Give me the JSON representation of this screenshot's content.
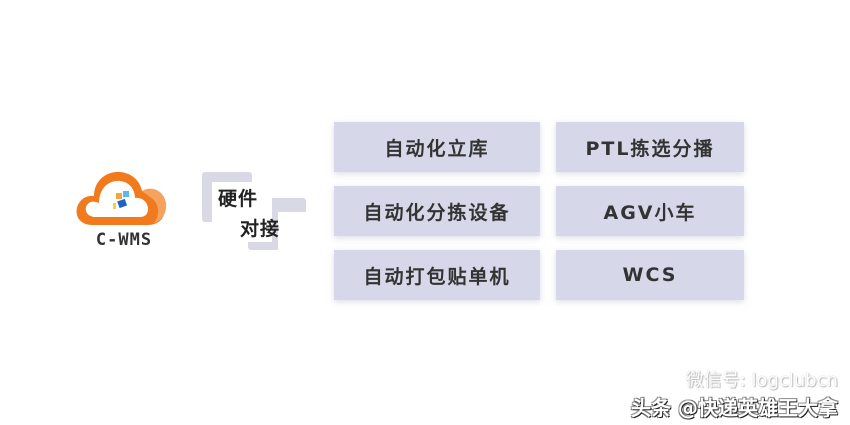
{
  "logo": {
    "text": "C-WMS",
    "colors": {
      "cloud_orange": "#f07a1c",
      "cloud_inner": "#ffffff"
    }
  },
  "connector": {
    "line1": "硬件",
    "line2": "对接",
    "color": "#d9d9e6"
  },
  "modules": {
    "box_color": "#d6d7e9",
    "items": [
      {
        "label": "自动化立库"
      },
      {
        "label": "PTL拣选分播"
      },
      {
        "label": "自动化分拣设备"
      },
      {
        "label": "AGV小车"
      },
      {
        "label": "自动打包贴单机"
      },
      {
        "label": "WCS"
      }
    ]
  },
  "watermark": {
    "wechat": "微信号: logclubcn",
    "toutiao": "头条 @快递英雄王大拿"
  }
}
